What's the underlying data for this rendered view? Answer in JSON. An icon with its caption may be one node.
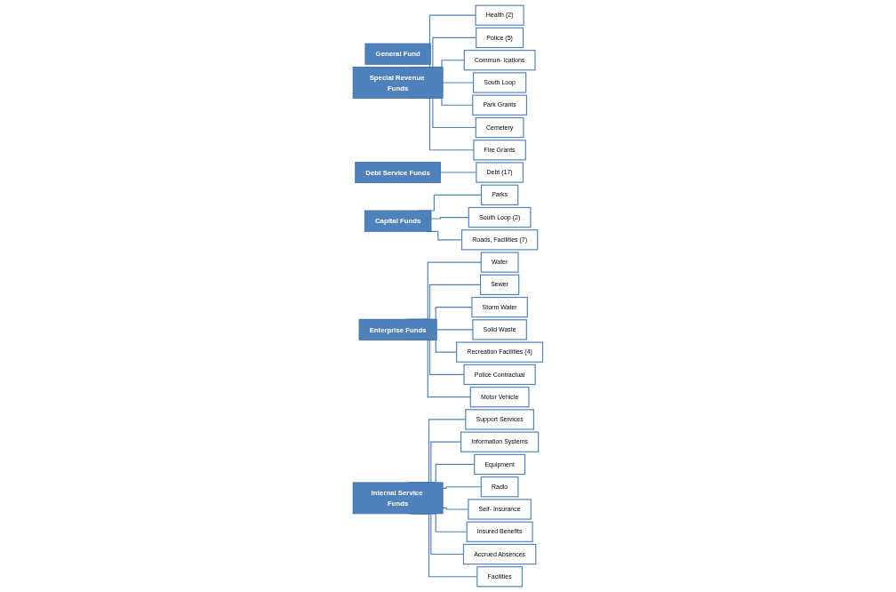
{
  "diagram": {
    "nodes": [
      {
        "text": [
          "General Fund"
        ]
      },
      {
        "text": [
          "Special Revenue Funds"
        ]
      },
      {
        "text": [
          "Health (2)"
        ]
      },
      {
        "text": [
          "Police (5)"
        ]
      },
      {
        "text": [
          "Commun- ications"
        ]
      },
      {
        "text": [
          "South Loop"
        ]
      },
      {
        "text": [
          "Park Grants"
        ]
      },
      {
        "text": [
          "Cemetery"
        ]
      },
      {
        "text": [
          "Fire Grants"
        ]
      },
      {
        "text": [
          "Debt Service Funds"
        ]
      },
      {
        "text": [
          "Debt (17)"
        ]
      },
      {
        "text": [
          "Capital Funds"
        ]
      },
      {
        "text": [
          "Parks"
        ]
      },
      {
        "text": [
          "South Loop (2)"
        ]
      },
      {
        "text": [
          "Roads, Facilities (7)"
        ]
      },
      {
        "text": [
          "Enterprise Funds"
        ]
      },
      {
        "text": [
          "Water"
        ]
      },
      {
        "text": [
          "Sewer"
        ]
      },
      {
        "text": [
          "Storm Water"
        ]
      },
      {
        "text": [
          "Solid Waste"
        ]
      },
      {
        "text": [
          "Recreation Facilities (4)"
        ]
      },
      {
        "text": [
          "Police Contractual"
        ]
      },
      {
        "text": [
          "Motor Vehicle"
        ]
      },
      {
        "text": [
          "Internal Service Funds"
        ]
      },
      {
        "text": [
          "Support Services"
        ]
      },
      {
        "text": [
          "Information Systems"
        ]
      },
      {
        "text": [
          "Equipment"
        ]
      },
      {
        "text": [
          "Radio"
        ]
      },
      {
        "text": [
          "Self- Insurance"
        ]
      },
      {
        "text": [
          "Insured Benefits"
        ]
      },
      {
        "text": [
          "Accrued Absences"
        ]
      },
      {
        "text": [
          "Facilities"
        ]
      }
    ],
    "edges": [
      {
        "from": 1,
        "to": 2,
        "arrow": "none"
      },
      {
        "from": 1,
        "to": 3,
        "arrow": "none"
      },
      {
        "from": 1,
        "to": 4,
        "arrow": "none"
      },
      {
        "from": 1,
        "to": 5,
        "arrow": "none"
      },
      {
        "from": 1,
        "to": 6,
        "arrow": "none"
      },
      {
        "from": 1,
        "to": 7,
        "arrow": "none"
      },
      {
        "from": 1,
        "to": 8,
        "arrow": "none"
      },
      {
        "from": 9,
        "to": 10,
        "arrow": "none"
      },
      {
        "from": 11,
        "to": 12,
        "arrow": "none"
      },
      {
        "from": 11,
        "to": 13,
        "arrow": "none"
      },
      {
        "from": 11,
        "to": 14,
        "arrow": "none"
      },
      {
        "from": 15,
        "to": 16,
        "arrow": "none"
      },
      {
        "from": 15,
        "to": 17,
        "arrow": "none"
      },
      {
        "from": 15,
        "to": 18,
        "arrow": "none"
      },
      {
        "from": 15,
        "to": 19,
        "arrow": "none"
      },
      {
        "from": 15,
        "to": 20,
        "arrow": "none"
      },
      {
        "from": 15,
        "to": 21,
        "arrow": "none"
      },
      {
        "from": 15,
        "to": 22,
        "arrow": "none"
      },
      {
        "from": 23,
        "to": 24,
        "arrow": "none"
      },
      {
        "from": 23,
        "to": 25,
        "arrow": "none"
      },
      {
        "from": 23,
        "to": 26,
        "arrow": "none"
      },
      {
        "from": 23,
        "to": 27,
        "arrow": "none"
      },
      {
        "from": 23,
        "to": 28,
        "arrow": "none"
      },
      {
        "from": 23,
        "to": 29,
        "arrow": "none"
      },
      {
        "from": 23,
        "to": 30,
        "arrow": "none"
      },
      {
        "from": 23,
        "to": 31,
        "arrow": "none"
      }
    ]
  }
}
